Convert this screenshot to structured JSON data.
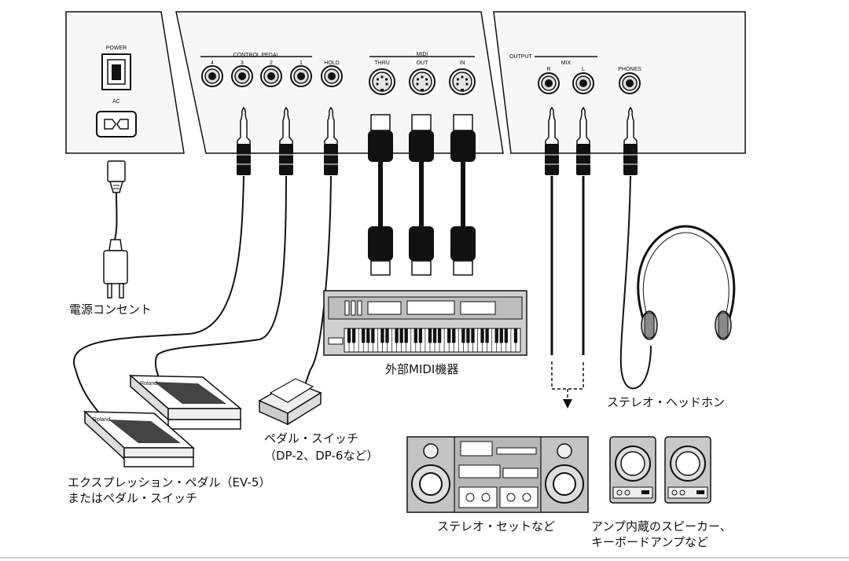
{
  "panel": {
    "power_label": "POWER",
    "ac_label": "AC",
    "control_pedal_label": "CONTROL PEDAL",
    "pedal_jacks": [
      "4",
      "3",
      "2",
      "1"
    ],
    "hold_label": "HOLD",
    "midi_label": "MIDI",
    "midi_ports": [
      "THRU",
      "OUT",
      "IN"
    ],
    "output_label": "OUTPUT",
    "mix_label": "MIX",
    "output_jacks": [
      "R",
      "L"
    ],
    "phones_label": "PHONES"
  },
  "devices": {
    "outlet": "電源コンセント",
    "external_midi": "外部MIDI機器",
    "pedal_switch_line1": "ペダル・スイッチ",
    "pedal_switch_line2": "（DP-2、DP-6など）",
    "expression_line1": "エクスプレッション・ペダル（EV-5）",
    "expression_line2": "またはペダル・スイッチ",
    "stereo_set": "ステレオ・セットなど",
    "amp_speaker_line1": "アンプ内蔵のスピーカー、",
    "amp_speaker_line2": "キーボードアンプなど",
    "headphones": "ステレオ・ヘッドホン"
  },
  "pedal_brand": "Roland",
  "colors": {
    "line": "#111111",
    "panel": "#f7f7f7",
    "device_gray": "#bdbdbd"
  }
}
